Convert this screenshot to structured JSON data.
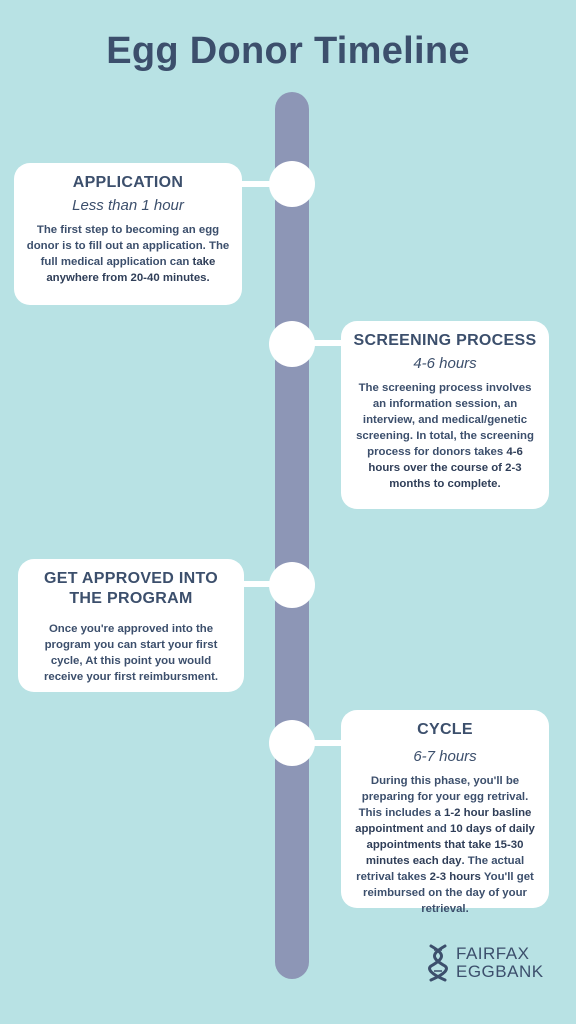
{
  "title": "Egg Donor Timeline",
  "steps": [
    {
      "heading": "APPLICATION",
      "duration": "Less than 1 hour",
      "body_pre": "The first step to becoming an egg donor is to fill out an application.  The full medical application can ",
      "body_bold": "take anywhere from 20-40 minutes.",
      "body_post": ""
    },
    {
      "heading": "SCREENING PROCESS",
      "duration": "4-6 hours",
      "body_pre": "The screening process involves an information session, an interview, and medical/genetic screening. In total, the screening process for donors takes ",
      "body_bold": "4-6 hours over the course of 2-3 months to complete.",
      "body_post": ""
    },
    {
      "heading": "GET APPROVED INTO THE PROGRAM",
      "duration": "",
      "body_pre": "Once you're approved into the program you can start your first cycle, At this point you would receive your first reimbursment.",
      "body_bold": "",
      "body_post": ""
    },
    {
      "heading": "CYCLE",
      "duration": "6-7 hours",
      "body_a": "During this phase, you'll be preparing for your egg retrival. This includes a ",
      "body_b": "1-2 hour basline appointment",
      "body_c": " and ",
      "body_d": "10 days of daily appointments that take 15-30 minutes each day",
      "body_e": ". The actual retrival takes ",
      "body_f": "2-3 hours",
      "body_g": " You'll get reimbursed on the day of your retrieval."
    }
  ],
  "logo": {
    "line1": "FAIRFAX",
    "line2": "EGGBANK",
    "icon": "dna-helix-icon"
  },
  "colors": {
    "background": "#b8e2e4",
    "rail": "#8d96b6",
    "text": "#3c4f6c",
    "card": "#ffffff"
  }
}
